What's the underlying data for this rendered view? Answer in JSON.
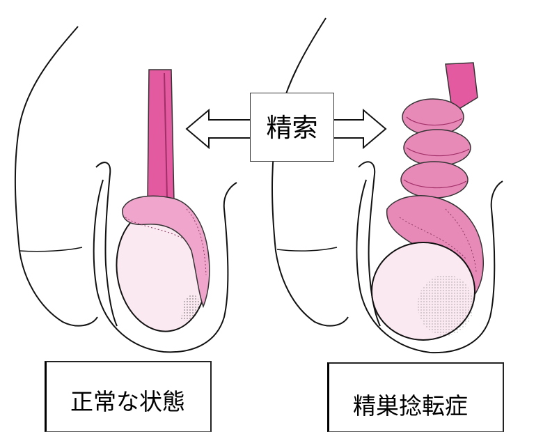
{
  "labels": {
    "spermatic_cord": "精索",
    "normal_state": "正常な状態",
    "testicular_torsion": "精巣捻転症"
  },
  "colors": {
    "cord_pink": "#e45aa0",
    "epididymis_pink": "#f0a6cc",
    "testis_fill": "#fbe9f1",
    "outline": "#111111"
  }
}
